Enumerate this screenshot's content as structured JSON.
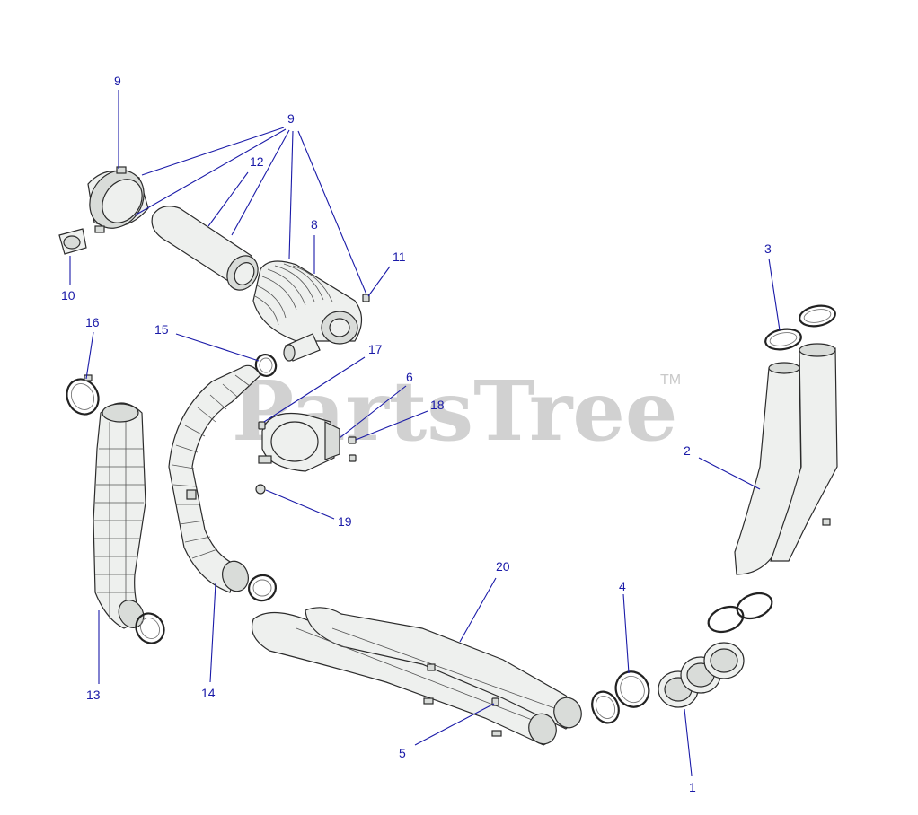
{
  "watermark": {
    "text": "PartsTree",
    "trademark": "TM"
  },
  "callouts": {
    "c9_top": "9",
    "c9_group": "9",
    "c12": "12",
    "c8": "8",
    "c11": "11",
    "c10": "10",
    "c16": "16",
    "c15": "15",
    "c17": "17",
    "c6": "6",
    "c18": "18",
    "c19": "19",
    "c3": "3",
    "c2": "2",
    "c20": "20",
    "c4": "4",
    "c13": "13",
    "c14": "14",
    "c5": "5",
    "c1": "1"
  }
}
